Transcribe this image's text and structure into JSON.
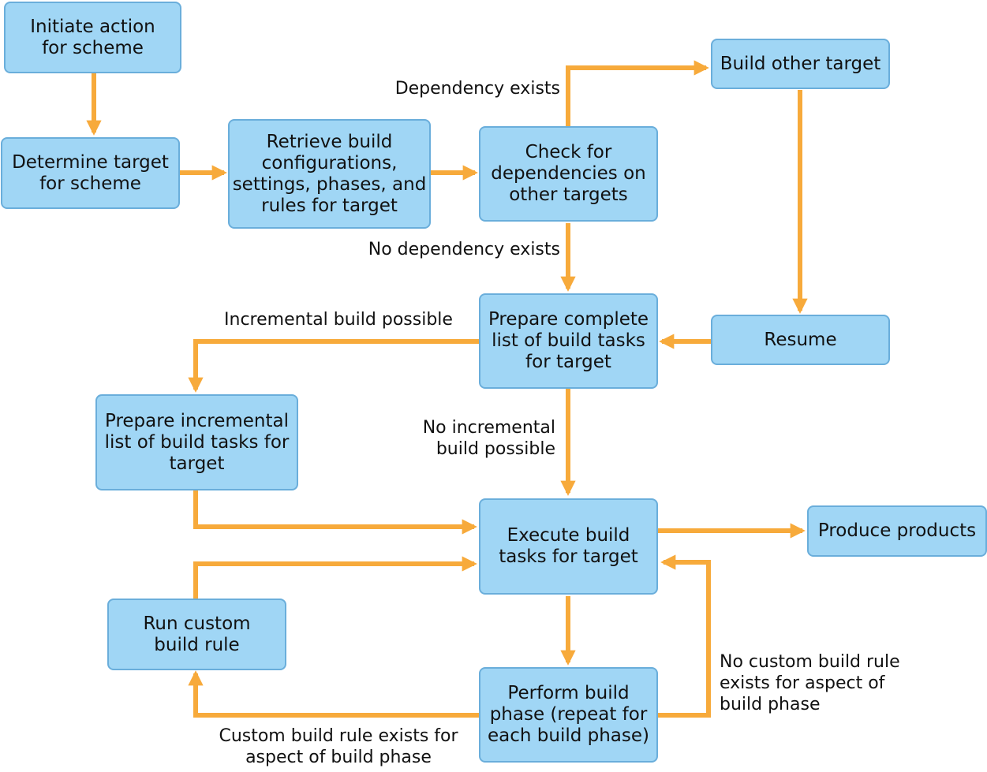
{
  "colors": {
    "box_fill": "#a0d6f5",
    "box_border": "#6aaedb",
    "arrow": "#f7aa3b"
  },
  "nodes": {
    "initiate": "Initiate action\nfor scheme",
    "determine": "Determine target\nfor scheme",
    "retrieve": "Retrieve build\nconfigurations,\nsettings, phases, and\nrules for target",
    "check": "Check for\ndependencies on\nother targets",
    "build_other": "Build other target",
    "prepare_complete": "Prepare complete\nlist of build tasks\nfor target",
    "resume": "Resume",
    "prepare_incremental": "Prepare incremental\nlist of build tasks for\ntarget",
    "execute": "Execute build\ntasks for target",
    "produce": "Produce products",
    "run_custom": "Run custom\nbuild rule",
    "perform": "Perform build\nphase (repeat for\neach build phase)"
  },
  "edge_labels": {
    "dependency_exists": "Dependency exists",
    "no_dependency": "No dependency exists",
    "incremental_possible": "Incremental build possible",
    "no_incremental": "No incremental\nbuild possible",
    "no_custom_rule": "No custom build rule\nexists for aspect of\nbuild phase",
    "custom_rule_exists": "Custom build rule exists for\naspect of build phase"
  }
}
